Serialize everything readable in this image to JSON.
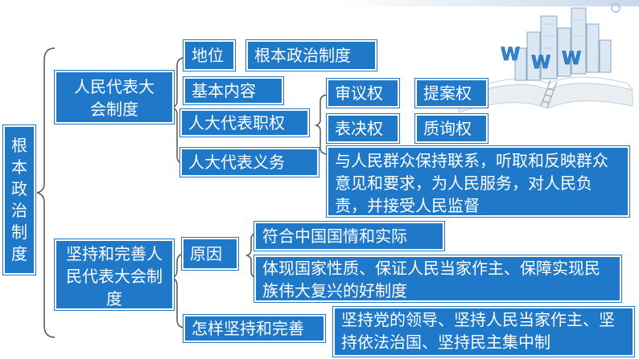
{
  "root": {
    "chars": [
      "根",
      "本",
      "政",
      "治",
      "制",
      "度"
    ]
  },
  "branch1": {
    "title": "人民代表大会制度",
    "status_label": "地位",
    "status_value": "根本政治制度",
    "content_label": "基本内容",
    "powers_label": "人大代表职权",
    "powers": [
      "审议权",
      "提案权",
      "表决权",
      "质询权"
    ],
    "duties_label": "人大代表义务",
    "duties_value": "与人民群众保持联系，听取和反映群众意见和要求，为人民服务，对人民负责，并接受人民监督"
  },
  "branch2": {
    "title": "坚持和完善人民代表大会制度",
    "reason_label": "原因",
    "reasons": [
      "符合中国国情和实际",
      "体现国家性质、保证人民当家作主、保障实现民族伟大复兴的好制度"
    ],
    "how_label": "怎样坚持和完善",
    "how_value": "坚持党的领导、坚持人民当家作主、坚持依法治国、坚持民主集中制"
  },
  "decoration": {
    "www_letters": [
      "W",
      "W",
      "W"
    ]
  },
  "colors": {
    "box": "#1f78c8",
    "brace": "#555555",
    "accent": "#6aa7d8"
  }
}
